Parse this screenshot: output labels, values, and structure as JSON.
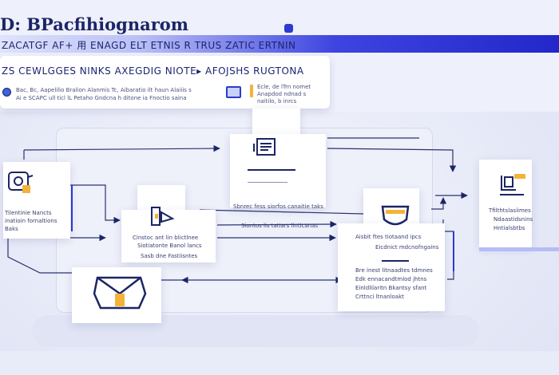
{
  "header": {
    "title": "D: BPacfihiognarom",
    "subtitle": "ZACATGF AF+ 用 ENAGD ELT ETNIS R TRUS ZATIC ERTNIN"
  },
  "info_panel": {
    "heading": "ZS CEWLGGES NINKS AXEGDIG NIOTE▸ AFOJSHS RUGTONA",
    "left_lines": [
      "Bac, Bc, Aapelilio Bralion Alanmis Tc, Aibaratio ilt haun Alaiiis s",
      "Ai e SCAPC ull ticl lL Petaho Gndcna h ditone ia Fnoctio saina"
    ],
    "right_lines": [
      "Ecle, de lTrn nomet",
      "Anapdod ndnad s",
      "naitilo, b inrcs"
    ]
  },
  "nodes": {
    "left_card": {
      "lines": [
        "Tilentinie Nancts",
        "inatioin fornaltions",
        "Baks"
      ]
    },
    "center_top": {
      "lines": [
        "Sbnrec fess siorfos canaitie taks",
        "Siontos lis tatiars linticanas"
      ]
    },
    "mid_left": {
      "lines": [
        "Cinstoc ant lin blictlnee",
        "Siotiatonte Banol lancs",
        "Sasb dne Fastiisntes"
      ]
    },
    "right_center": {
      "lines": [
        "Aisbit ftes tiotaand ipcs",
        "Eicdnict mdcnofngains",
        "Bre inest litnaadtes tdmnes",
        "Edk ennacandtmlod jhtns",
        "Einldlilaritn Bkantsy sfant",
        "Crttnci ltnanloakt"
      ]
    },
    "right_card": {
      "lines": [
        "Tfilthtslasiimes",
        "Ndaastidsnins",
        "Hntialsbtbs"
      ]
    }
  },
  "colors": {
    "navy": "#1c2566",
    "accent_blue": "#2b3ad0",
    "background": "#e9ecf8",
    "highlight_yellow": "#f3b33a"
  },
  "icons": [
    "lightbulb-icon",
    "monitor-icon",
    "document-icon",
    "machine-icon",
    "briefcase-icon",
    "shield-icon",
    "workstation-icon"
  ]
}
